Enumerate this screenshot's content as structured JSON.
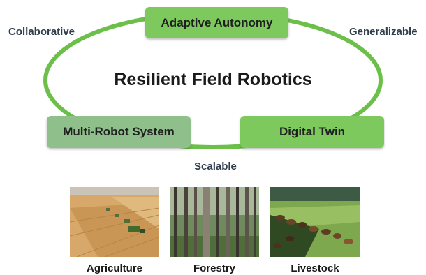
{
  "diagram": {
    "title": "Resilient Field Robotics",
    "nodes": {
      "adaptive": "Adaptive Autonomy",
      "multi_robot": "Multi-Robot System",
      "digital_twin": "Digital Twin"
    },
    "edge_labels": {
      "left": "Collaborative",
      "right": "Generalizable",
      "bottom": "Scalable"
    }
  },
  "domains": [
    {
      "caption": "Agriculture",
      "icon": "wheat-field-photo"
    },
    {
      "caption": "Forestry",
      "icon": "forest-photo"
    },
    {
      "caption": "Livestock",
      "icon": "cattle-pasture-photo"
    }
  ],
  "colors": {
    "loop": "#6cc04a",
    "node_green": "#7dc95e",
    "node_muted": "#8fbf8a"
  }
}
